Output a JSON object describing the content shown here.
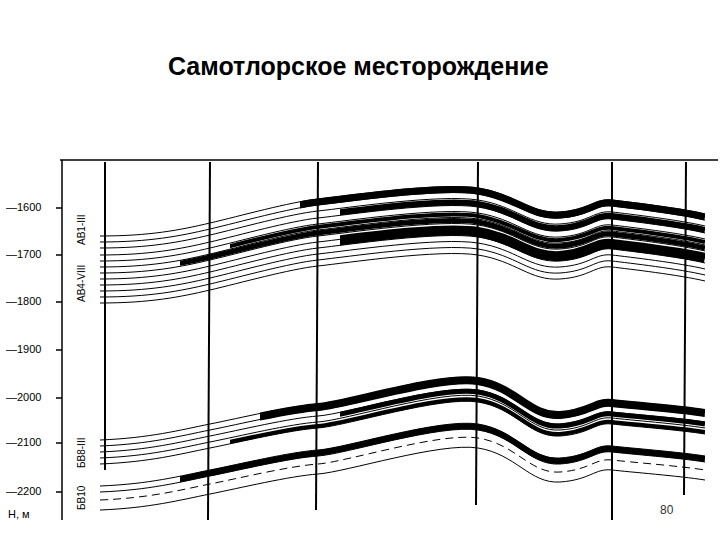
{
  "diagram": {
    "title": "Самотлорское месторождение",
    "labels": [
      "—1600",
      "—1700",
      "—1800",
      "—1900",
      "—2000",
      "—2100",
      "—2200",
      "Н, м",
      "АВ1-III",
      "АВ4-VIII",
      "БВ8-III",
      "БВ10",
      "80"
    ]
  }
}
